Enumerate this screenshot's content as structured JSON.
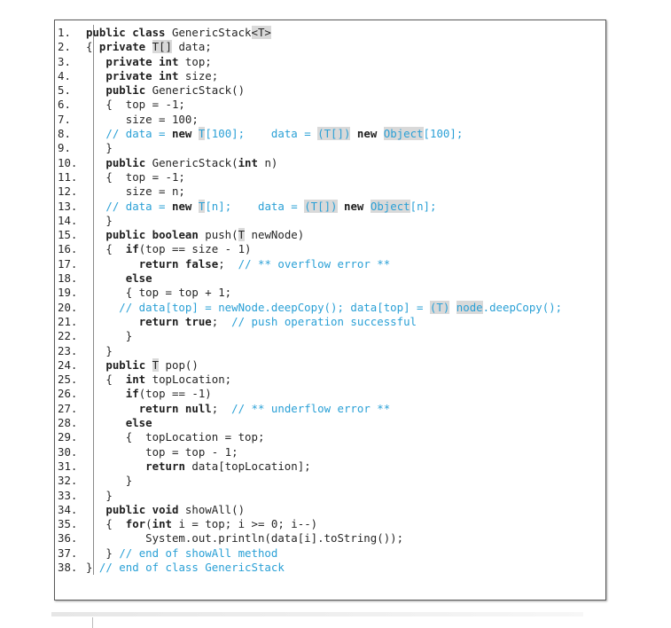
{
  "listing": {
    "lines": [
      {
        "n": "1.",
        "tokens": [
          {
            "t": "public class",
            "k": "kw"
          },
          {
            "t": " GenericStack"
          },
          {
            "t": "<T>",
            "k": "hl"
          }
        ]
      },
      {
        "n": "2.",
        "tokens": [
          {
            "t": "{ "
          },
          {
            "t": "private",
            "k": "kw"
          },
          {
            "t": " "
          },
          {
            "t": "T[]",
            "k": "hl"
          },
          {
            "t": " data;"
          }
        ]
      },
      {
        "n": "3.",
        "tokens": [
          {
            "t": "   "
          },
          {
            "t": "private int",
            "k": "kw"
          },
          {
            "t": " top;"
          }
        ]
      },
      {
        "n": "4.",
        "tokens": [
          {
            "t": "   "
          },
          {
            "t": "private int",
            "k": "kw"
          },
          {
            "t": " size;"
          }
        ]
      },
      {
        "n": "5.",
        "tokens": [
          {
            "t": "   "
          },
          {
            "t": "public",
            "k": "kw"
          },
          {
            "t": " GenericStack()"
          }
        ]
      },
      {
        "n": "6.",
        "tokens": [
          {
            "t": "   {  top = -1;"
          }
        ]
      },
      {
        "n": "7.",
        "tokens": [
          {
            "t": "      size = 100;"
          }
        ]
      },
      {
        "n": "8.",
        "tokens": [
          {
            "t": "   // data = ",
            "k": "cm"
          },
          {
            "t": "new",
            "k": "kw"
          },
          {
            "t": " ",
            "k": "cm"
          },
          {
            "t": "T",
            "k": "cm hl"
          },
          {
            "t": "[100];    data = ",
            "k": "cm"
          },
          {
            "t": "(T[])",
            "k": "cm hl"
          },
          {
            "t": " ",
            "k": "cm"
          },
          {
            "t": "new",
            "k": "kw"
          },
          {
            "t": " ",
            "k": "cm"
          },
          {
            "t": "Object",
            "k": "cm hl"
          },
          {
            "t": "[100];",
            "k": "cm"
          }
        ]
      },
      {
        "n": "9.",
        "tokens": [
          {
            "t": "   }"
          }
        ]
      },
      {
        "n": "10.",
        "tokens": [
          {
            "t": "   "
          },
          {
            "t": "public",
            "k": "kw"
          },
          {
            "t": " GenericStack("
          },
          {
            "t": "int",
            "k": "kw"
          },
          {
            "t": " n)"
          }
        ]
      },
      {
        "n": "11.",
        "tokens": [
          {
            "t": "   {  top = -1;"
          }
        ]
      },
      {
        "n": "12.",
        "tokens": [
          {
            "t": "      size = n;"
          }
        ]
      },
      {
        "n": "13.",
        "tokens": [
          {
            "t": "   // data = ",
            "k": "cm"
          },
          {
            "t": "new",
            "k": "kw"
          },
          {
            "t": " ",
            "k": "cm"
          },
          {
            "t": "T",
            "k": "cm hl"
          },
          {
            "t": "[n];    data = ",
            "k": "cm"
          },
          {
            "t": "(T[])",
            "k": "cm hl"
          },
          {
            "t": " ",
            "k": "cm"
          },
          {
            "t": "new",
            "k": "kw"
          },
          {
            "t": " ",
            "k": "cm"
          },
          {
            "t": "Object",
            "k": "cm hl"
          },
          {
            "t": "[n];",
            "k": "cm"
          }
        ]
      },
      {
        "n": "14.",
        "tokens": [
          {
            "t": "   }"
          }
        ]
      },
      {
        "n": "15.",
        "tokens": [
          {
            "t": "   "
          },
          {
            "t": "public boolean",
            "k": "kw"
          },
          {
            "t": " push("
          },
          {
            "t": "T",
            "k": "hl"
          },
          {
            "t": " newNode)"
          }
        ]
      },
      {
        "n": "16.",
        "tokens": [
          {
            "t": "   {  "
          },
          {
            "t": "if",
            "k": "kw"
          },
          {
            "t": "(top == size - 1)"
          }
        ]
      },
      {
        "n": "17.",
        "tokens": [
          {
            "t": "        "
          },
          {
            "t": "return false",
            "k": "kw"
          },
          {
            "t": ";  "
          },
          {
            "t": "// ** overflow error **",
            "k": "cm"
          }
        ]
      },
      {
        "n": "18.",
        "tokens": [
          {
            "t": "      "
          },
          {
            "t": "else",
            "k": "kw"
          }
        ]
      },
      {
        "n": "19.",
        "tokens": [
          {
            "t": "      { top = top + 1;"
          }
        ]
      },
      {
        "n": "20.",
        "tokens": [
          {
            "t": "     // data[top] = newNode.deepCopy(); data[top] = ",
            "k": "cm"
          },
          {
            "t": "(T)",
            "k": "cm hl"
          },
          {
            "t": " ",
            "k": "cm"
          },
          {
            "t": "node",
            "k": "cm hl"
          },
          {
            "t": ".deepCopy();",
            "k": "cm"
          }
        ]
      },
      {
        "n": "21.",
        "tokens": [
          {
            "t": "        "
          },
          {
            "t": "return true",
            "k": "kw"
          },
          {
            "t": ";  "
          },
          {
            "t": "// push operation successful",
            "k": "cm"
          }
        ]
      },
      {
        "n": "22.",
        "tokens": [
          {
            "t": "      }"
          }
        ]
      },
      {
        "n": "23.",
        "tokens": [
          {
            "t": "   }"
          }
        ]
      },
      {
        "n": "24.",
        "tokens": [
          {
            "t": "   "
          },
          {
            "t": "public",
            "k": "kw"
          },
          {
            "t": " "
          },
          {
            "t": "T",
            "k": "hl"
          },
          {
            "t": " pop()"
          }
        ]
      },
      {
        "n": "25.",
        "tokens": [
          {
            "t": "   {  "
          },
          {
            "t": "int",
            "k": "kw"
          },
          {
            "t": " topLocation;"
          }
        ]
      },
      {
        "n": "26.",
        "tokens": [
          {
            "t": "      "
          },
          {
            "t": "if",
            "k": "kw"
          },
          {
            "t": "(top == -1)"
          }
        ]
      },
      {
        "n": "27.",
        "tokens": [
          {
            "t": "        "
          },
          {
            "t": "return null",
            "k": "kw"
          },
          {
            "t": ";  "
          },
          {
            "t": "// ** underflow error **",
            "k": "cm"
          }
        ]
      },
      {
        "n": "28.",
        "tokens": [
          {
            "t": "      "
          },
          {
            "t": "else",
            "k": "kw"
          }
        ]
      },
      {
        "n": "29.",
        "tokens": [
          {
            "t": "      {  topLocation = top;"
          }
        ]
      },
      {
        "n": "30.",
        "tokens": [
          {
            "t": "         top = top - 1;"
          }
        ]
      },
      {
        "n": "31.",
        "tokens": [
          {
            "t": "         "
          },
          {
            "t": "return",
            "k": "kw"
          },
          {
            "t": " data[topLocation];"
          }
        ]
      },
      {
        "n": "32.",
        "tokens": [
          {
            "t": "      }"
          }
        ]
      },
      {
        "n": "33.",
        "tokens": [
          {
            "t": "   }"
          }
        ]
      },
      {
        "n": "34.",
        "tokens": [
          {
            "t": "   "
          },
          {
            "t": "public void",
            "k": "kw"
          },
          {
            "t": " showAll()"
          }
        ]
      },
      {
        "n": "35.",
        "tokens": [
          {
            "t": "   {  "
          },
          {
            "t": "for",
            "k": "kw"
          },
          {
            "t": "("
          },
          {
            "t": "int",
            "k": "kw"
          },
          {
            "t": " i = top; i >= 0; i--)"
          }
        ]
      },
      {
        "n": "36.",
        "tokens": [
          {
            "t": "         System.out.println(data[i].toString());"
          }
        ]
      },
      {
        "n": "37.",
        "tokens": [
          {
            "t": "   } "
          },
          {
            "t": "// end of showAll method",
            "k": "cm"
          }
        ]
      },
      {
        "n": "38.",
        "tokens": [
          {
            "t": "} "
          },
          {
            "t": "// end of class GenericStack",
            "k": "cm"
          }
        ]
      }
    ]
  },
  "colors": {
    "comment": "#2aa0d6",
    "highlight": "#d9d9d9",
    "text": "#262626"
  }
}
